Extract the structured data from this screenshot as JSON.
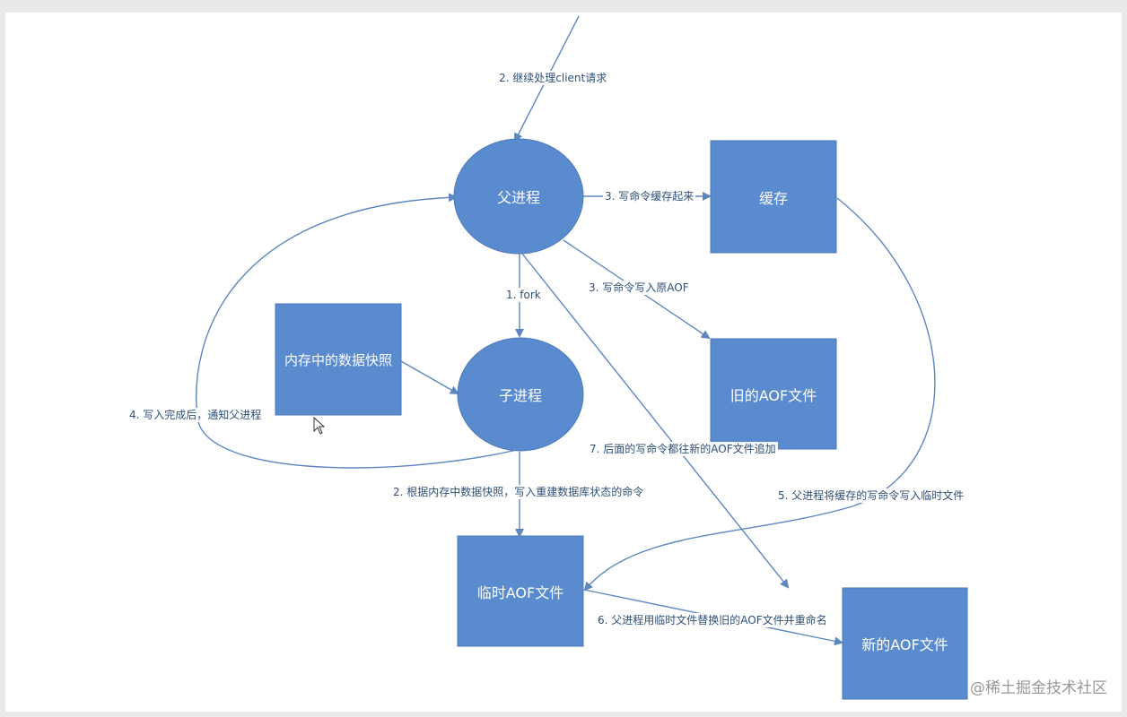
{
  "colors": {
    "node_fill": "#5b8bcf",
    "node_stroke": "#4a78b8",
    "edge": "#5d86bf",
    "text": "#2f4f77",
    "label_on_node": "#ffffff"
  },
  "nodes": {
    "parent": "父进程",
    "child": "子进程",
    "cache": "缓存",
    "snapshot": "内存中的数据快照",
    "old_aof": "旧的AOF文件",
    "temp_aof": "临时AOF文件",
    "new_aof": "新的AOF文件"
  },
  "edges": {
    "client": "2. 继续处理client请求",
    "cache_cmds": "3. 写命令缓存起来",
    "write_old_aof": "3. 写命令写入原AOF",
    "fork": "1. fork",
    "notify_parent": "4. 写入完成后，通知父进程",
    "append_new_aof": "7. 后面的写命令都往新的AOF文件追加",
    "rebuild_cmds": "2. 根据内存中数据快照，写入重建数据库状态的命令",
    "cache_to_temp": "5. 父进程将缓存的写命令写入临时文件",
    "replace_aof": "6. 父进程用临时文件替换旧的AOF文件并重命名"
  },
  "watermark": "@稀土掘金技术社区"
}
